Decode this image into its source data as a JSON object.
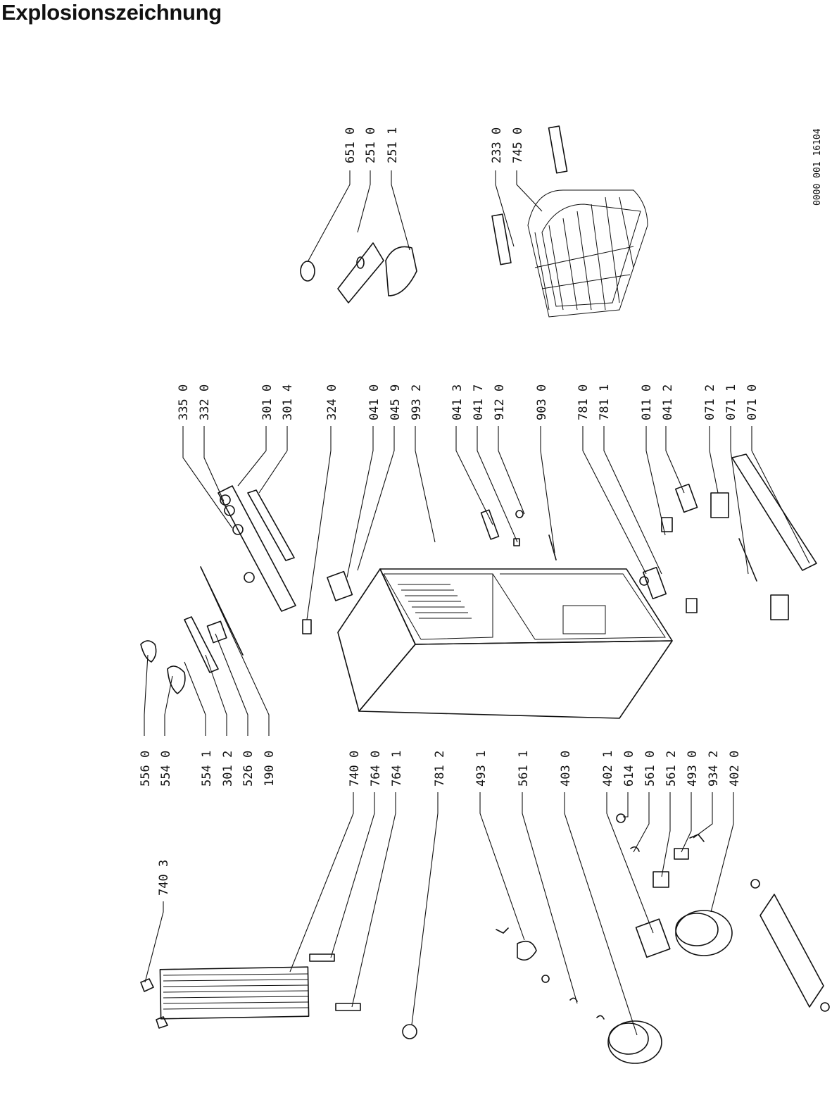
{
  "title": "Explosionszeichnung",
  "drawing_ref": "0000 001 16104",
  "labels": {
    "651_0": "651 0",
    "251_0": "251 0",
    "251_1": "251 1",
    "233_0": "233 0",
    "745_0": "745 0",
    "335_0": "335 0",
    "332_0": "332 0",
    "301_0": "301 0",
    "301_4": "301 4",
    "324_0": "324 0",
    "041_0": "041 0",
    "045_9": "045 9",
    "993_2": "993 2",
    "041_3": "041 3",
    "041_7": "041 7",
    "912_0": "912 0",
    "903_0": "903 0",
    "781_0": "781 0",
    "781_1": "781 1",
    "011_0": "011 0",
    "041_2": "041 2",
    "071_2": "071 2",
    "071_1": "071 1",
    "071_0": "071 0",
    "556_0": "556 0",
    "554_0": "554 0",
    "554_1": "554 1",
    "301_2": "301 2",
    "526_0": "526 0",
    "190_0": "190 0",
    "740_3": "740 3",
    "740_0": "740 0",
    "764_0": "764 0",
    "764_1": "764 1",
    "781_2": "781 2",
    "493_1": "493 1",
    "561_1": "561 1",
    "403_0": "403 0",
    "402_1": "402 1",
    "614_0": "614 0",
    "561_0": "561 0",
    "561_2": "561 2",
    "493_0": "493 0",
    "934_2": "934 2",
    "402_0": "402 0"
  }
}
